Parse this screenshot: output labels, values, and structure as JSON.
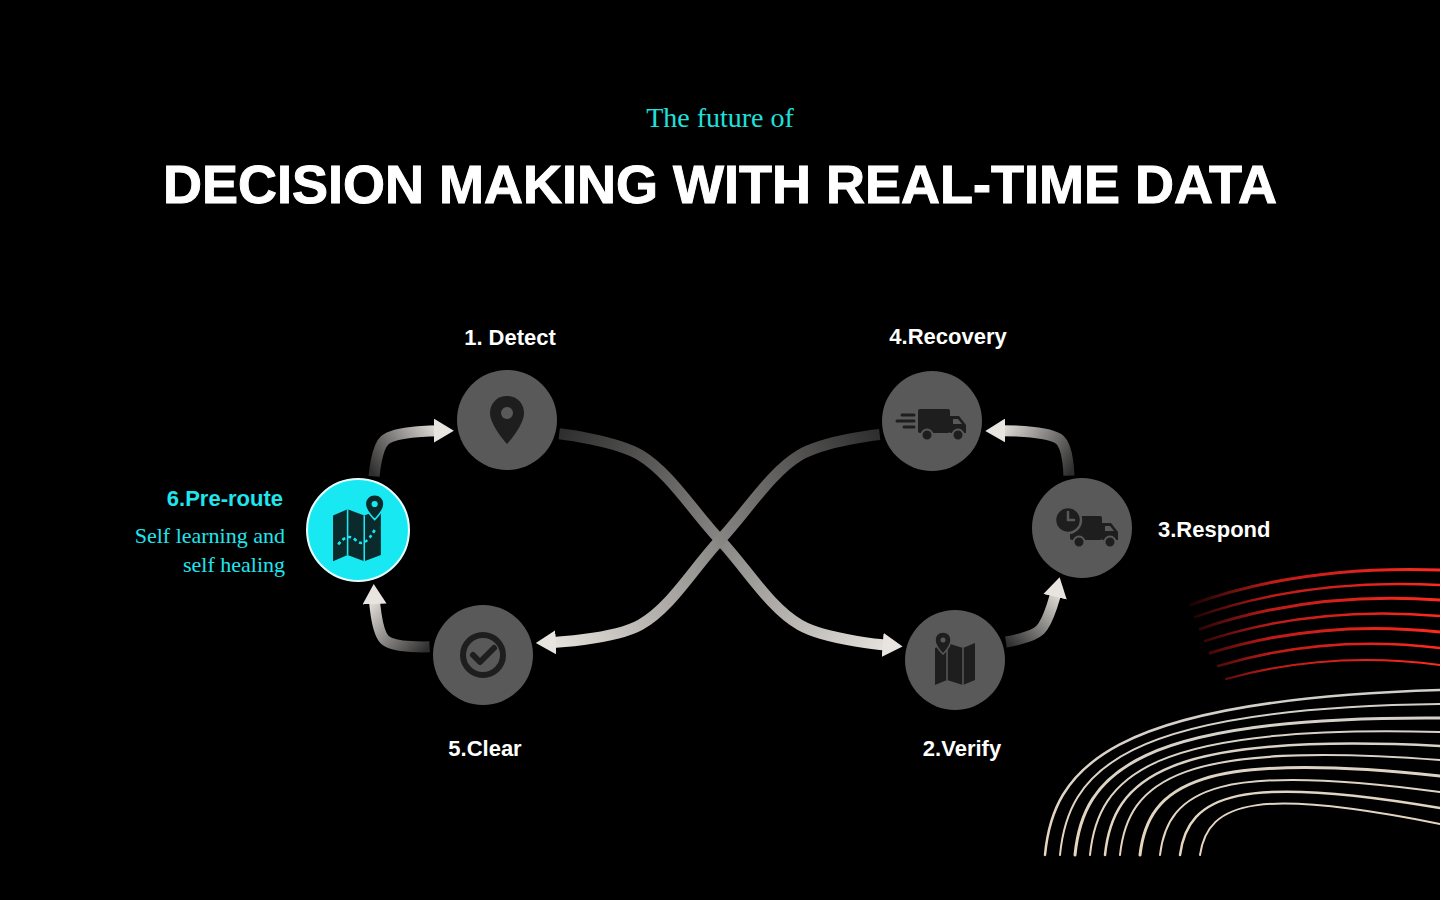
{
  "diagram": {
    "title": "DECISION MAKING WITH REAL-TIME DATA",
    "nodes": [
      {
        "text": [
          "1. Detect"
        ]
      },
      {
        "text": [
          "2.Verify"
        ]
      },
      {
        "text": [
          "3.Respond"
        ]
      },
      {
        "text": [
          "4.Recovery"
        ]
      },
      {
        "text": [
          "5.Clear"
        ]
      },
      {
        "text": [
          "6.Pre-route",
          "Self learning and self healing"
        ]
      }
    ],
    "edges": [
      {
        "from": 0,
        "to": 1,
        "arrow": "to"
      },
      {
        "from": 1,
        "to": 2,
        "arrow": "to"
      },
      {
        "from": 2,
        "to": 3,
        "arrow": "to"
      },
      {
        "from": 3,
        "to": 4,
        "arrow": "to"
      },
      {
        "from": 4,
        "to": 5,
        "arrow": "to"
      },
      {
        "from": 5,
        "to": 0,
        "arrow": "to"
      }
    ],
    "labels": [
      "The future of"
    ]
  }
}
